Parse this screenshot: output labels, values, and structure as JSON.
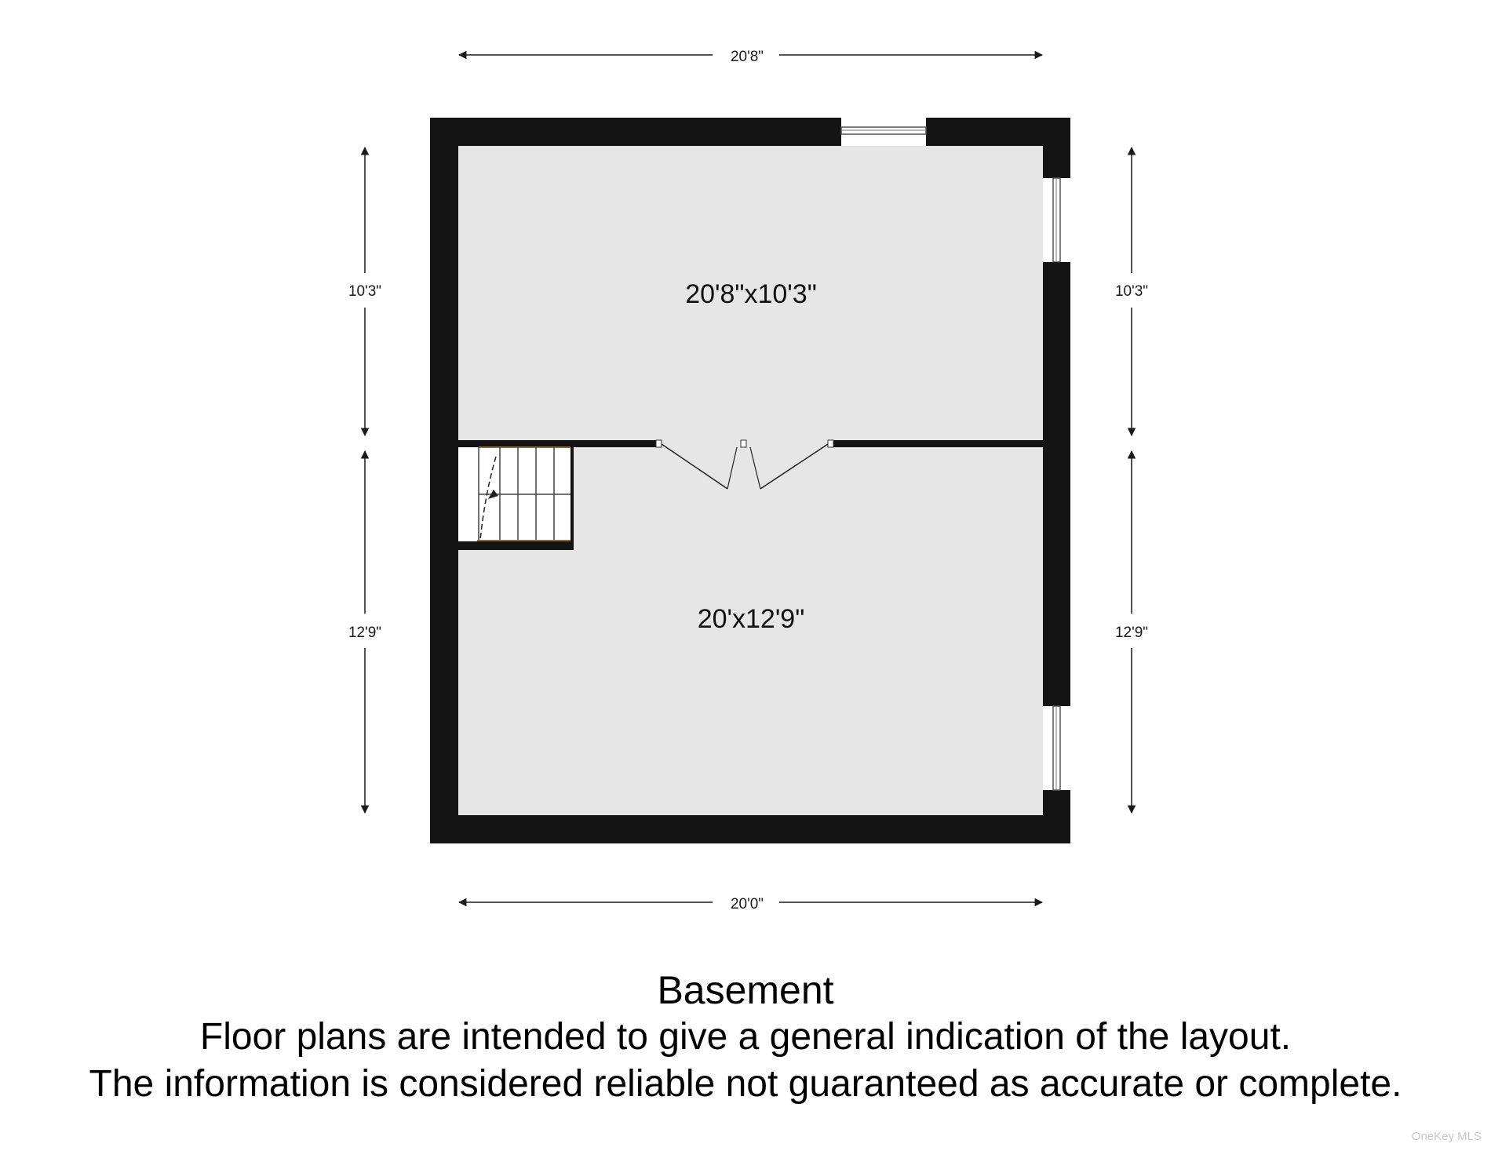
{
  "plan": {
    "floor_name": "Basement",
    "disclaimer_line1": "Floor plans are intended to give a general indication of the layout.",
    "disclaimer_line2": "The information is considered reliable not guaranteed as accurate or complete.",
    "watermark": "OneKey MLS"
  },
  "rooms": [
    {
      "label": "20'8\"x10'3\""
    },
    {
      "label": "20'x12'9\""
    }
  ],
  "dimensions": {
    "top": "20'8\"",
    "bottom": "20'0\"",
    "left_upper": "10'3\"",
    "left_lower": "12'9\"",
    "right_upper": "10'3\"",
    "right_lower": "12'9\""
  },
  "colors": {
    "wall": "#141414",
    "floor": "#e6e6e6",
    "dimension_line": "#1a1a1a",
    "stairs": "#ffffff"
  }
}
